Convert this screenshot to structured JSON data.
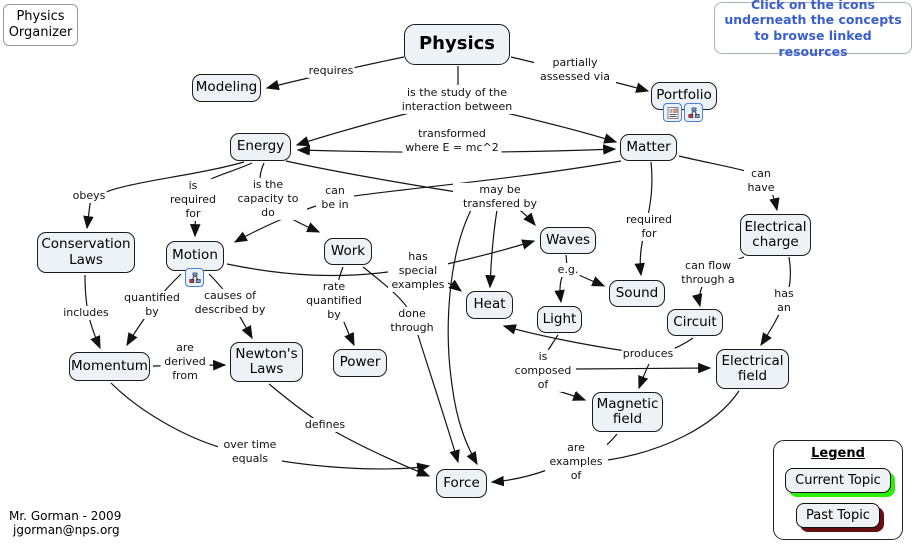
{
  "organizer": {
    "line1": "Physics",
    "line2": "Organizer"
  },
  "instructions": "Click on the icons underneath the concepts to browse linked resources",
  "nodes": {
    "physics": "Physics",
    "modeling": "Modeling",
    "portfolio": "Portfolio",
    "energy": "Energy",
    "matter": "Matter",
    "conservation": "Conservation Laws",
    "motion": "Motion",
    "work": "Work",
    "waves": "Waves",
    "charge": "Electrical charge",
    "heat": "Heat",
    "light": "Light",
    "sound": "Sound",
    "circuit": "Circuit",
    "momentum": "Momentum",
    "newtons": "Newton's Laws",
    "power": "Power",
    "magfield": "Magnetic field",
    "elecfield": "Electrical field",
    "force": "Force"
  },
  "edge_labels": {
    "requires": "requires",
    "study": "is the study of the interaction between",
    "assessed": "partially assessed via",
    "transformed": "transformed where E = mc^2",
    "obeys": "obeys",
    "required_motion": "is required for",
    "capacity": "is the capacity to do",
    "can_be_in": "can be in",
    "transfered": "may be transfered by",
    "required_sound": "required for",
    "can_have": "can have",
    "eg": "e.g.",
    "can_flow": "can flow through a",
    "has_an": "has an",
    "includes": "includes",
    "quantified": "quantified by",
    "causes": "causes of described by",
    "derived": "are derived from",
    "rate": "rate quantified by",
    "special": "has special examples",
    "done": "done through",
    "composed": "is composed of",
    "produces": "produces",
    "defines": "defines",
    "overtime": "over time equals",
    "examples": "are examples of"
  },
  "icons": {
    "portfolio": [
      "document-resource-icon",
      "concept-map-resource-icon"
    ],
    "motion": [
      "concept-map-resource-icon"
    ]
  },
  "legend": {
    "title": "Legend",
    "current": "Current Topic",
    "past": "Past Topic"
  },
  "footer": {
    "line1": "Mr. Gorman - 2009",
    "line2": "jgorman@nps.org"
  },
  "colors": {
    "node_fill": "#edf2f6",
    "node_border": "#1b1b1b",
    "link_text_blue": "#3a5ecf",
    "current_topic_glow": "#2def00",
    "past_topic_glow": "#671012"
  }
}
